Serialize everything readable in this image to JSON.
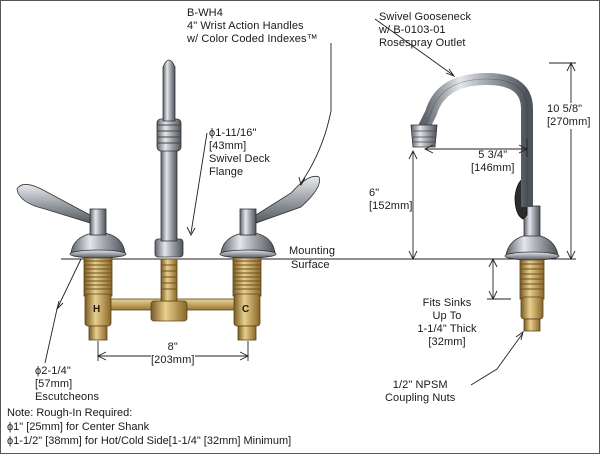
{
  "callouts": {
    "handles": {
      "model": "B-WH4",
      "line1": "4\" Wrist Action Handles",
      "line2": "w/ Color Coded Indexes™"
    },
    "flange": {
      "dia": "ϕ1-11/16\"",
      "mm": "[43mm]",
      "line1": "Swivel Deck",
      "line2": "Flange"
    },
    "gooseneck": {
      "line1": "Swivel Gooseneck",
      "line2": "w/ B-0103-01",
      "line3": "Rosespray Outlet"
    },
    "height": {
      "in": "10 5/8\"",
      "mm": "[270mm]"
    },
    "reach": {
      "in": "5 3/4\"",
      "mm": "[146mm]"
    },
    "clearance": {
      "in": "6\"",
      "mm": "[152mm]"
    },
    "mounting": {
      "line1": "Mounting",
      "line2": "Surface"
    },
    "centers": {
      "in": "8\"",
      "mm": "[203mm]"
    },
    "escutcheon": {
      "dia": "ϕ2-1/4\"",
      "mm": "[57mm]",
      "name": "Escutcheons"
    },
    "sinks": {
      "line1": "Fits Sinks",
      "line2": "Up To",
      "line3": "1-1/4\" Thick",
      "line4": "[32mm]"
    },
    "coupling": {
      "line1": "1/2\" NPSM",
      "line2": "Coupling Nuts"
    }
  },
  "valve_marks": {
    "hot": "H",
    "cold": "C"
  },
  "note": {
    "title": "Note: Rough-In Required:",
    "line1": "ϕ1\" [25mm] for Center Shank",
    "line2": "ϕ1-1/2\" [38mm] for Hot/Cold Side[1-1/4\" [32mm] Minimum]"
  },
  "colors": {
    "chrome": "#8a8f97",
    "brass": "#c8a45a",
    "outline": "#222222"
  }
}
